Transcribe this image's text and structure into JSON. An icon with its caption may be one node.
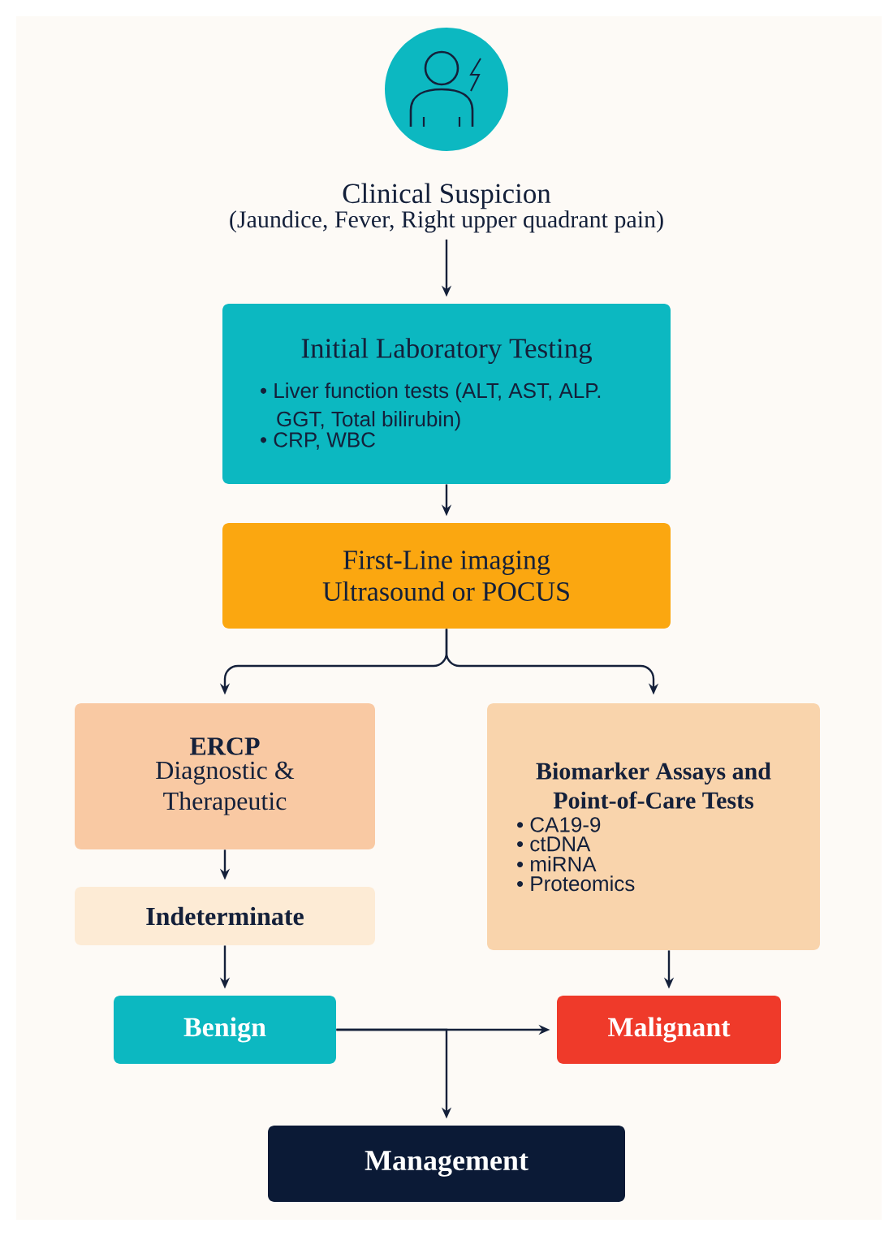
{
  "diagram": {
    "nodes": [
      {
        "text": [
          "Clinical Suspicion",
          "(Jaundice, Fever, Right upper quadrant pain)"
        ]
      },
      {
        "text": [
          "Initial Laboratory Testing",
          "• Liver function tests (ALT, AST, ALP. GGT, Total bilirubin)",
          "• CRP, WBC"
        ]
      },
      {
        "text": [
          "First-Line imaging",
          "Ultrasound or POCUS"
        ]
      },
      {
        "text": [
          "ERCP",
          "Diagnostic & Therapeutic"
        ]
      },
      {
        "text": [
          "Biomarker Assays and Point-of-Care Tests",
          "• CA19-9",
          "• ctDNA",
          "• miRNA",
          "• Proteomics"
        ]
      },
      {
        "text": [
          "Indeterminate"
        ]
      },
      {
        "text": [
          "Benign"
        ]
      },
      {
        "text": [
          "Malignant"
        ]
      },
      {
        "text": [
          "Management"
        ]
      }
    ],
    "edges": [
      {
        "from": 0,
        "to": 1,
        "arrow": "to"
      },
      {
        "from": 1,
        "to": 2,
        "arrow": "to"
      },
      {
        "from": 2,
        "to": 3,
        "arrow": "to"
      },
      {
        "from": 2,
        "to": 4,
        "arrow": "to"
      },
      {
        "from": 3,
        "to": 5,
        "arrow": "to"
      },
      {
        "from": 5,
        "to": 6,
        "arrow": "to"
      },
      {
        "from": 4,
        "to": 7,
        "arrow": "to"
      },
      {
        "from": 6,
        "to": 7,
        "arrow": "to"
      },
      {
        "from": 6,
        "to": 8,
        "arrow": "to"
      }
    ]
  }
}
